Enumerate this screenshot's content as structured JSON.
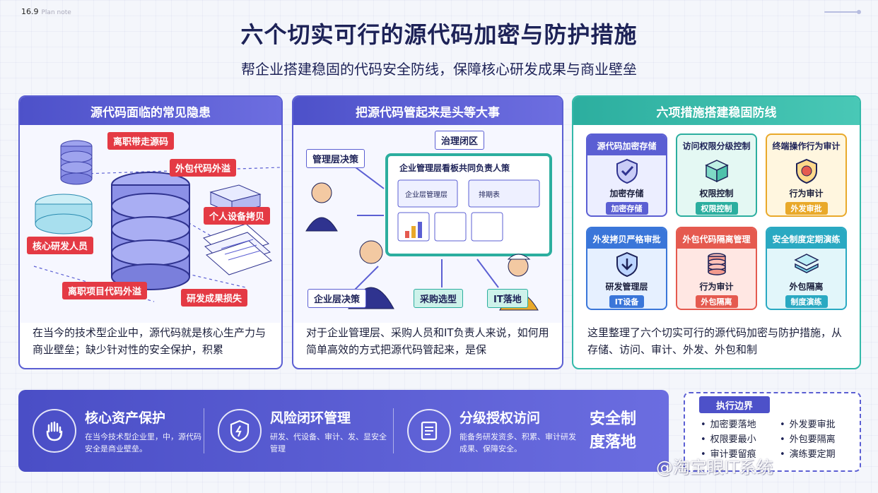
{
  "header": {
    "ratio": "16.9",
    "ratio_sub": "Plan note",
    "title": "六个切实可行的源代码加密与防护措施",
    "subtitle": "帮企业搭建稳固的代码安全防线，保障核心研发成果与商业壁垒"
  },
  "panel1": {
    "title": "源代码面临的常见隐患",
    "tags": [
      "离职带走源码",
      "外包代码外溢",
      "个人设备拷贝",
      "核心研发人员",
      "离职项目代码外溢",
      "研发成果损失"
    ],
    "desc": "在当今的技术型企业中，源代码就是核心生产力与商业壁垒；缺少针对性的安全保护，积累"
  },
  "panel2": {
    "title": "把源代码管起来是头等大事",
    "tags": [
      "治理闭区",
      "管理层决策",
      "企业层决策",
      "采购选型",
      "IT落地"
    ],
    "board_title": "企业管理层看板共同负责人策",
    "board_label1": "企业层管理层",
    "board_label2": "排期表",
    "desc": "对于企业管理层、采购人员和IT负责人来说，如何用简单高效的方式把源代码管起来，是保"
  },
  "panel3": {
    "title": "六项措施搭建稳固防线",
    "cards": [
      {
        "head": "源代码加密存储",
        "name": "加密存储",
        "chip": "加密存储"
      },
      {
        "head": "访问权限分级控制",
        "name": "权限控制",
        "chip": "权限控制"
      },
      {
        "head": "终端操作行为审计",
        "name": "行为审计",
        "chip": "外发审批"
      },
      {
        "head": "外发拷贝严格审批",
        "name": "研发管理层",
        "chip": "IT设备"
      },
      {
        "head": "外包代码隔离管理",
        "name": "行为审计",
        "chip": "外包隔离"
      },
      {
        "head": "安全制度定期演练",
        "name": "外包隔离",
        "chip": "制度演练"
      }
    ],
    "desc": "这里整理了六个切实可行的源代码加密与防护措施，从存储、访问、审计、外发、外包和制"
  },
  "bottom": {
    "pillars": [
      {
        "title": "核心资产保护",
        "desc": "在当今技术型企业里，中，源代码安全是商业壁垒。"
      },
      {
        "title": "风险闭环管理",
        "desc": "研发、代设备、审计、发、显安全管理"
      },
      {
        "title": "分级授权访问",
        "desc": "能备务研发资多、积累、审计研发成果、保障安全。"
      }
    ],
    "final": "安全制度落地"
  },
  "boundary": {
    "title": "执行边界",
    "left": [
      "加密要落地",
      "权限要最小",
      "审计要留痕"
    ],
    "right": [
      "外发要审批",
      "外包要隔离",
      "演练要定期"
    ]
  },
  "watermark": "@淘宝眼IT系统"
}
